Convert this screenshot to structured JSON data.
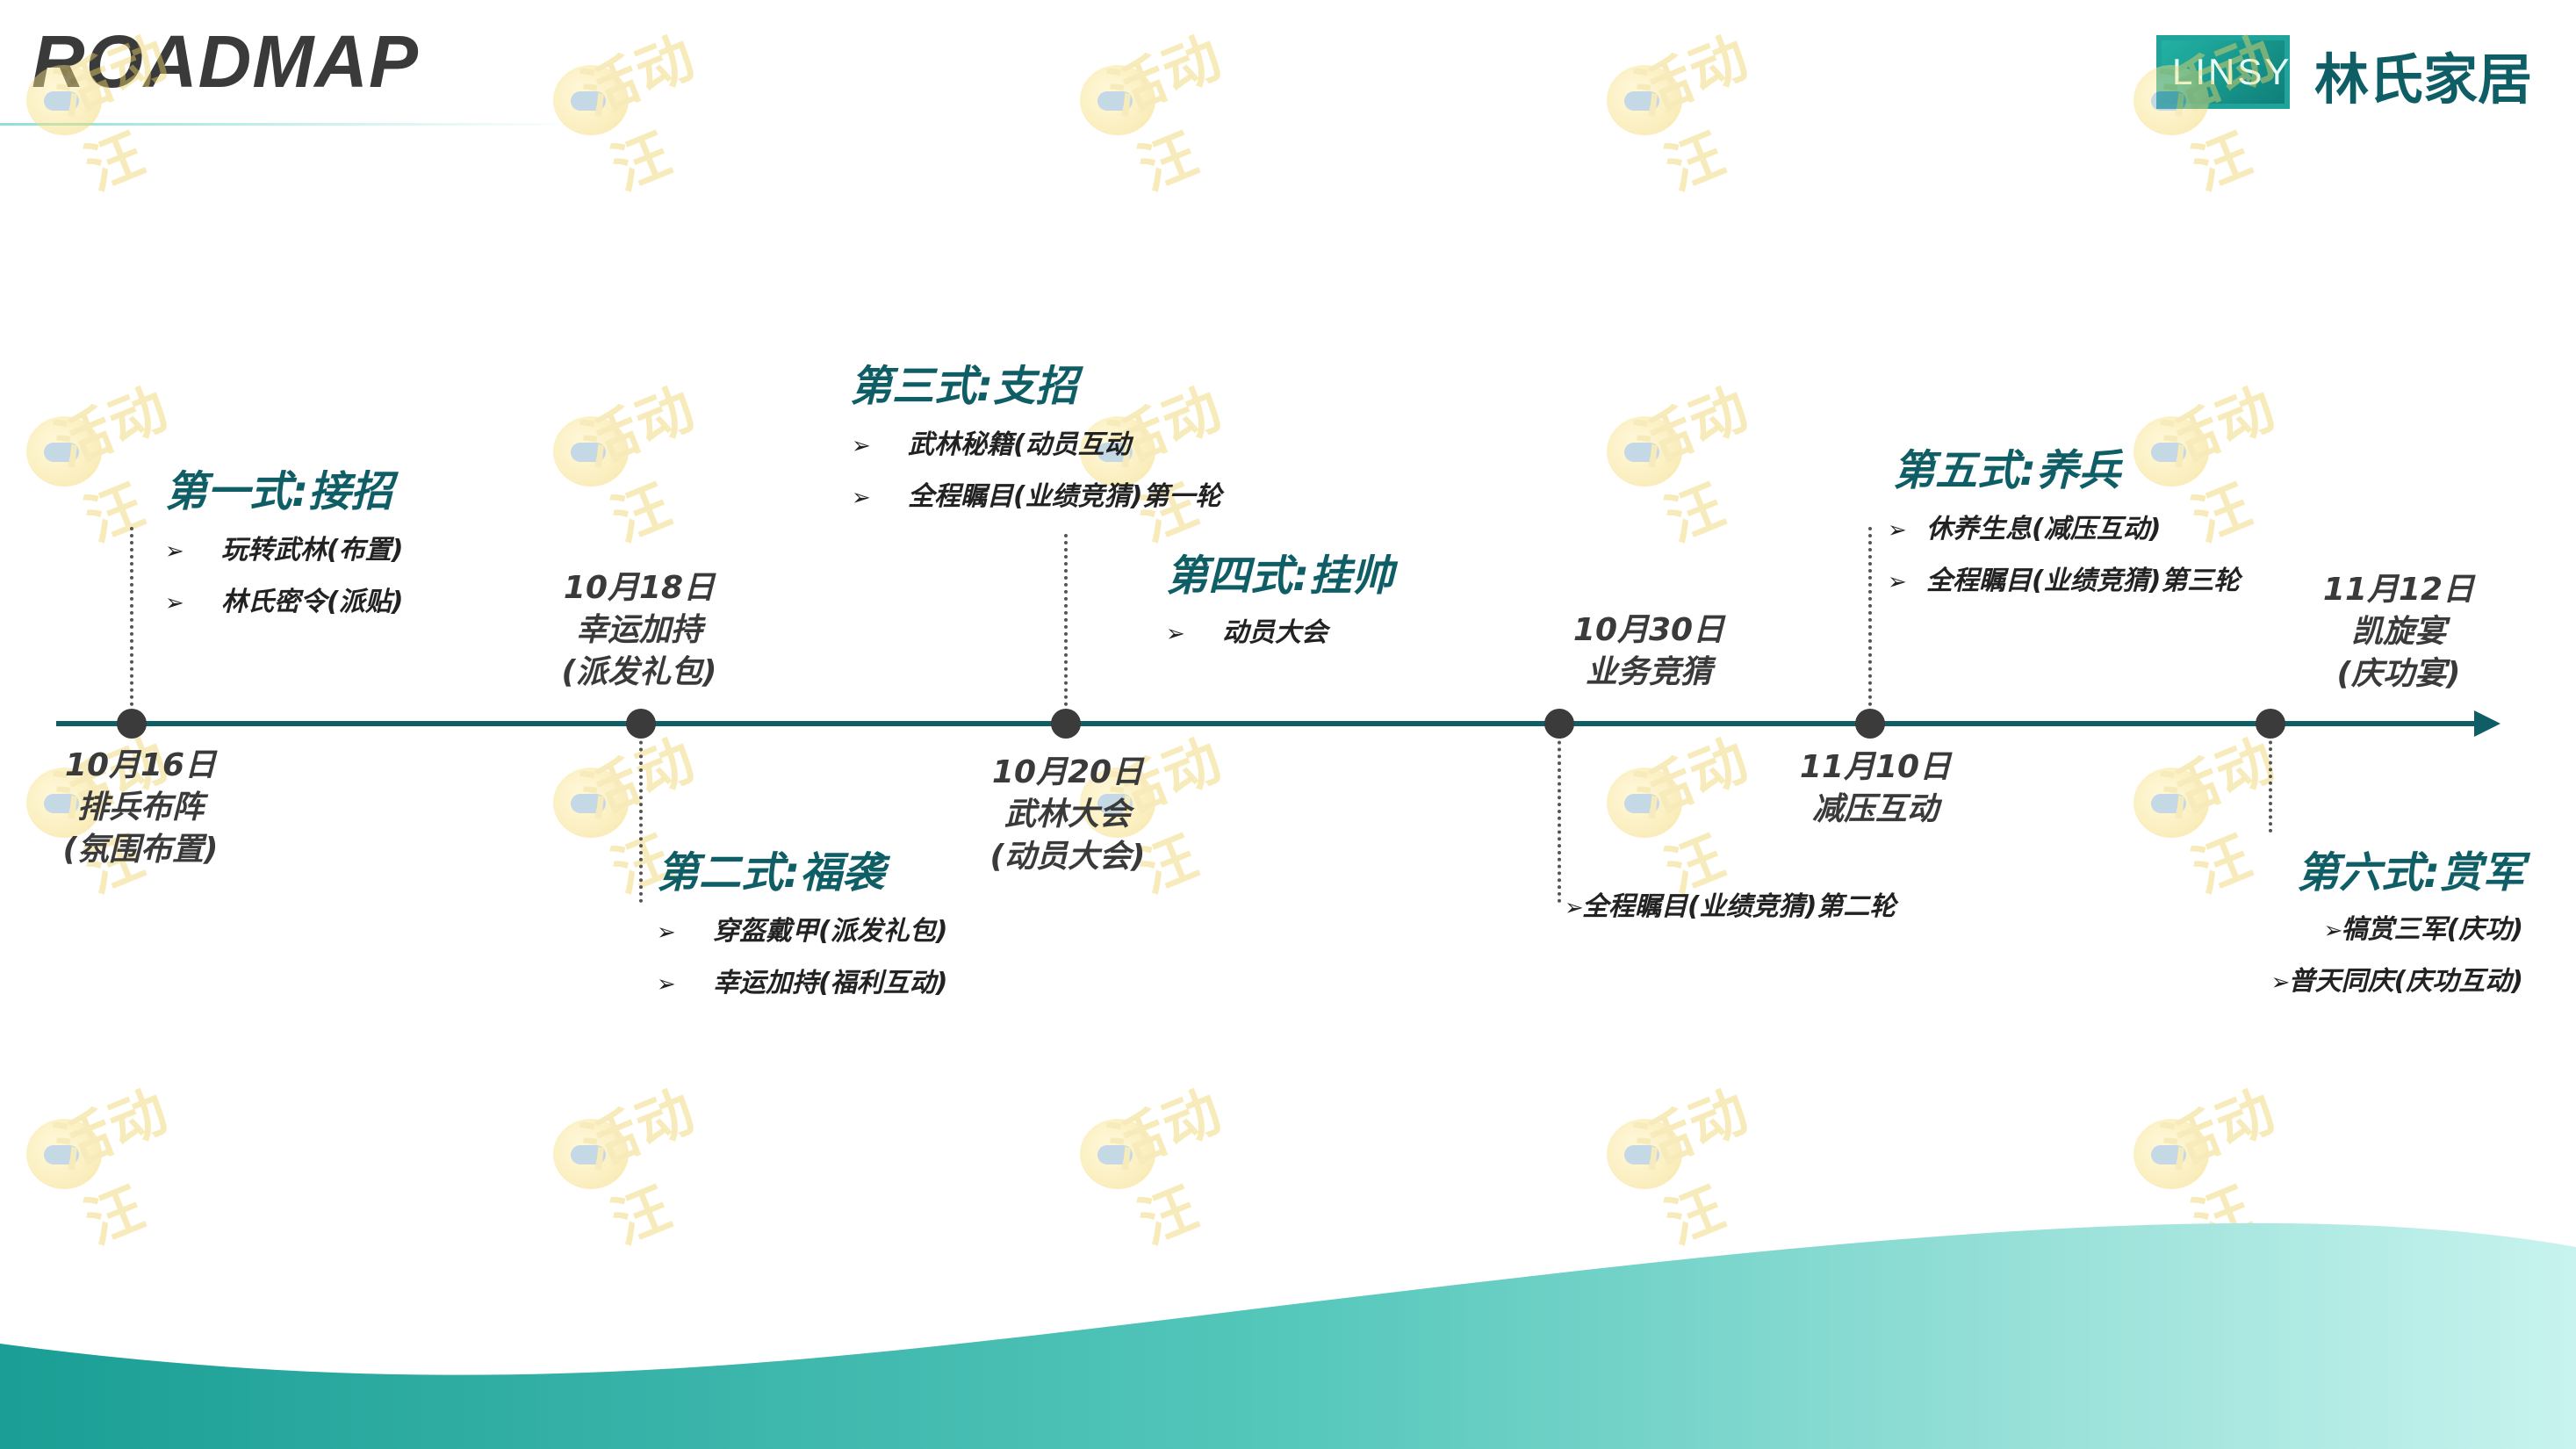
{
  "header": {
    "title": "ROADMAP",
    "logo_en": "LINSY",
    "logo_cn": "林氏家居"
  },
  "watermark": {
    "text": "活动汪"
  },
  "colors": {
    "accent": "#0f5e66",
    "teal_light": "#8fe0d6",
    "node": "#3b3b3b"
  },
  "timeline": {
    "dates": [
      {
        "line1": "10月16日",
        "line2": "排兵布阵",
        "line3": "(氛围布置)"
      },
      {
        "line1": "10月18日",
        "line2": "幸运加持",
        "line3": "(派发礼包)"
      },
      {
        "line1": "10月20日",
        "line2": "武林大会",
        "line3": "(动员大会)"
      },
      {
        "line1": "10月30日",
        "line2": "业务竞猜"
      },
      {
        "line1": "11月10日",
        "line2": "减压互动"
      },
      {
        "line1": "11月12日",
        "line2": "凯旋宴",
        "line3": "(庆功宴)"
      }
    ],
    "stages": [
      {
        "title": "第一式:接招",
        "items": [
          "玩转武林(布置)",
          "林氏密令(派贴)"
        ]
      },
      {
        "title": "第二式:福袭",
        "items": [
          "穿盔戴甲(派发礼包)",
          "幸运加持(福利互动)"
        ]
      },
      {
        "title": "第三式:支招",
        "items": [
          "武林秘籍(动员互动",
          "全程瞩目(业绩竞猜)第一轮"
        ]
      },
      {
        "title": "第四式:挂帅",
        "items": [
          "动员大会"
        ]
      },
      {
        "title": "",
        "items": [
          "全程瞩目(业绩竞猜)第二轮"
        ]
      },
      {
        "title": "第五式:养兵",
        "items": [
          "休养生息(减压互动)",
          "全程瞩目(业绩竞猜)第三轮"
        ]
      },
      {
        "title": "第六式:赏军",
        "items": [
          "犒赏三军(庆功)",
          "普天同庆(庆功互动)"
        ]
      }
    ],
    "bullet_glyph": "➢"
  }
}
